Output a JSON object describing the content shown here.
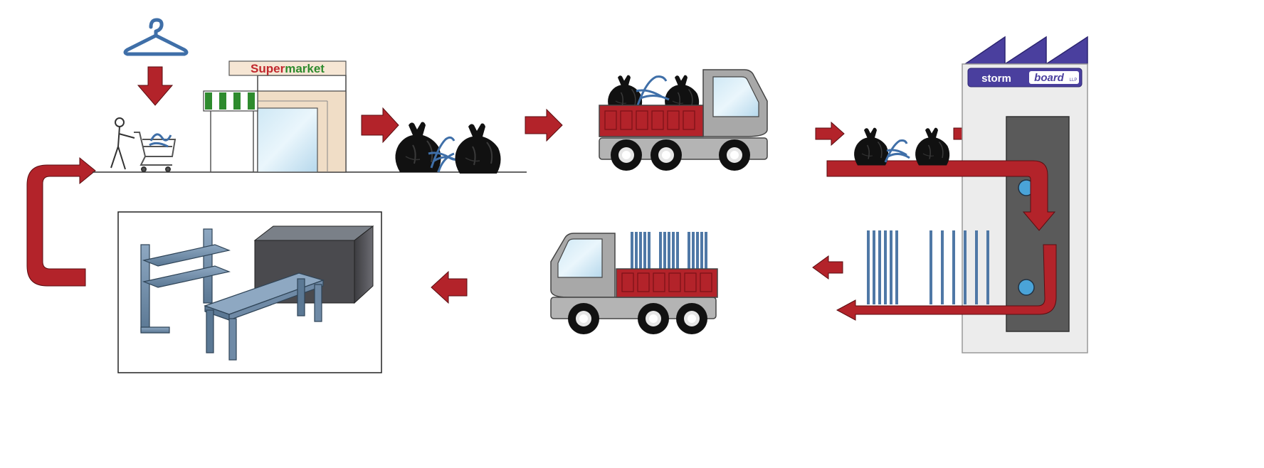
{
  "diagram": {
    "supermarket_sign": {
      "part1": "Super",
      "part2": "market",
      "color1": "#c0272d",
      "color2": "#2e8b2e"
    },
    "factory_sign": {
      "word1": "storm",
      "word2": "board",
      "suffix": "LLP"
    },
    "colors": {
      "arrow": "#b3232a",
      "truck_bed": "#b3232a",
      "truck_body": "#a8a8a8",
      "hanger": "#3f6fa8",
      "board": "#4f78a6",
      "furniture": "#5a7894",
      "factory_roof": "#4a3f9e"
    },
    "icons": [
      "hanger-icon",
      "shopper-icon",
      "supermarket-icon",
      "bin-bag-icon",
      "truck-icon",
      "factory-icon",
      "board-sheet-icon",
      "furniture-icon"
    ]
  }
}
